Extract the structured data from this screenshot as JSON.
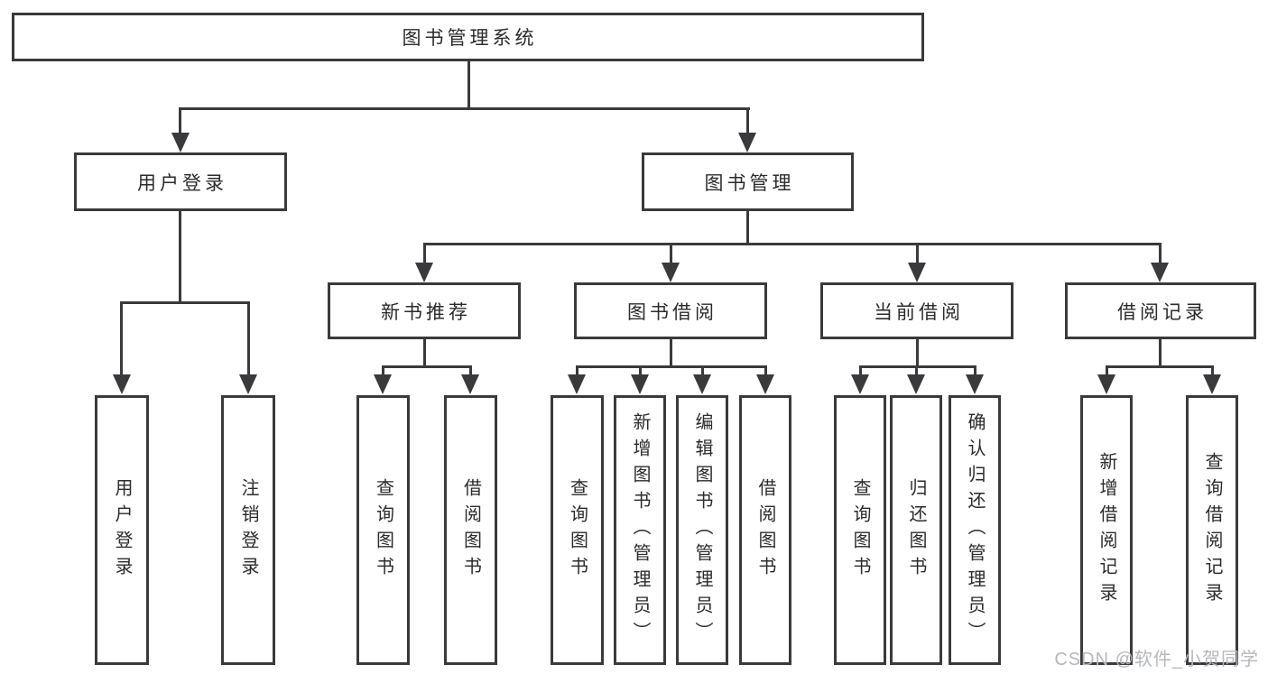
{
  "diagram": {
    "type": "hierarchy-tree",
    "orientation": "top-down"
  },
  "nodes": {
    "root": {
      "label": "图书管理系统"
    },
    "level2": [
      {
        "label": "用户登录",
        "parent": "图书管理系统"
      },
      {
        "label": "图书管理",
        "parent": "图书管理系统"
      }
    ],
    "level3": [
      {
        "label": "新书推荐",
        "parent": "图书管理"
      },
      {
        "label": "图书借阅",
        "parent": "图书管理"
      },
      {
        "label": "当前借阅",
        "parent": "图书管理"
      },
      {
        "label": "借阅记录",
        "parent": "图书管理"
      }
    ],
    "leaves": [
      {
        "label": "用户登录",
        "parent": "用户登录"
      },
      {
        "label": "注销登录",
        "parent": "用户登录"
      },
      {
        "label": "查询图书",
        "parent": "新书推荐"
      },
      {
        "label": "借阅图书",
        "parent": "新书推荐"
      },
      {
        "label": "查询图书",
        "parent": "图书借阅"
      },
      {
        "label": "新增图书（管理员）",
        "parent": "图书借阅"
      },
      {
        "label": "编辑图书（管理员）",
        "parent": "图书借阅"
      },
      {
        "label": "借阅图书",
        "parent": "图书借阅"
      },
      {
        "label": "查询图书",
        "parent": "当前借阅"
      },
      {
        "label": "归还图书",
        "parent": "当前借阅"
      },
      {
        "label": "确认归还（管理员）",
        "parent": "当前借阅"
      },
      {
        "label": "新增借阅记录",
        "parent": "借阅记录"
      },
      {
        "label": "查询借阅记录",
        "parent": "借阅记录"
      }
    ]
  },
  "watermark": {
    "text": "CSDN @软件_小贺同学"
  },
  "colors": {
    "line": "#3a3a3c",
    "box_border": "#3a3a3c",
    "text": "#2b2b2d",
    "watermark": "#b5b8bc",
    "background": "#ffffff"
  }
}
